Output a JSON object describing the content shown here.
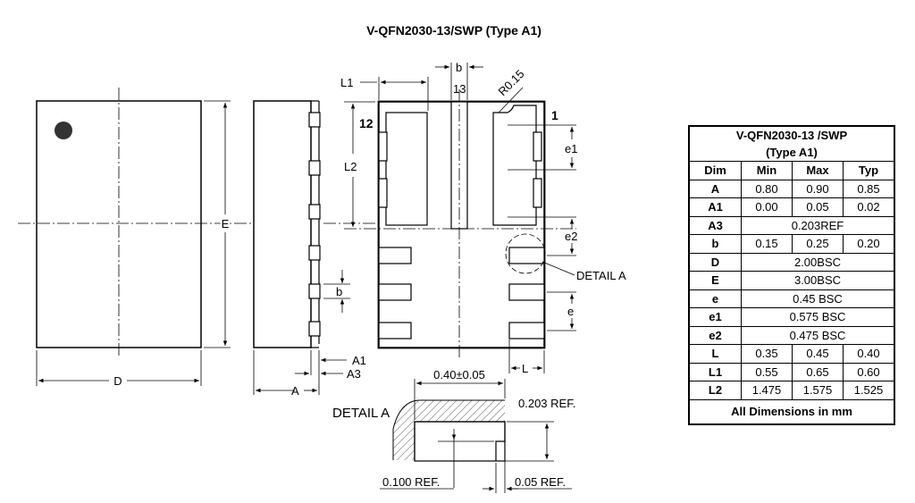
{
  "title": "V-QFN2030-13/SWP (Type A1)",
  "labels": {
    "L1": "L1",
    "b_top": "b",
    "pin13": "13",
    "R": "R0.15",
    "pin12": "12",
    "pin1": "1",
    "L2": "L2",
    "e1": "e1",
    "E": "E",
    "e2": "e2",
    "detail_a_ref": "DETAIL A",
    "b_side": "b",
    "e": "e",
    "A1": "A1",
    "A3": "A3",
    "L": "L",
    "D": "D",
    "A": "A",
    "detail_a_title": "DETAIL A",
    "dim_040": "0.40±0.05",
    "dim_0203": "0.203 REF.",
    "dim_0100": "0.100 REF.",
    "dim_005": "0.05 REF."
  },
  "table": {
    "title_line1": "V-QFN2030-13 /SWP",
    "title_line2": "(Type A1)",
    "headers": [
      "Dim",
      "Min",
      "Max",
      "Typ"
    ],
    "rows": [
      {
        "dim": "A",
        "min": "0.80",
        "max": "0.90",
        "typ": "0.85"
      },
      {
        "dim": "A1",
        "min": "0.00",
        "max": "0.05",
        "typ": "0.02"
      },
      {
        "dim": "A3",
        "span": "0.203REF"
      },
      {
        "dim": "b",
        "min": "0.15",
        "max": "0.25",
        "typ": "0.20"
      },
      {
        "dim": "D",
        "span": "2.00BSC"
      },
      {
        "dim": "E",
        "span": "3.00BSC"
      },
      {
        "dim": "e",
        "span": "0.45 BSC"
      },
      {
        "dim": "e1",
        "span": "0.575 BSC"
      },
      {
        "dim": "e2",
        "span": "0.475 BSC"
      },
      {
        "dim": "L",
        "min": "0.35",
        "max": "0.45",
        "typ": "0.40"
      },
      {
        "dim": "L1",
        "min": "0.55",
        "max": "0.65",
        "typ": "0.60"
      },
      {
        "dim": "L2",
        "min": "1.475",
        "max": "1.575",
        "typ": "1.525"
      }
    ],
    "footer": "All Dimensions in mm"
  }
}
